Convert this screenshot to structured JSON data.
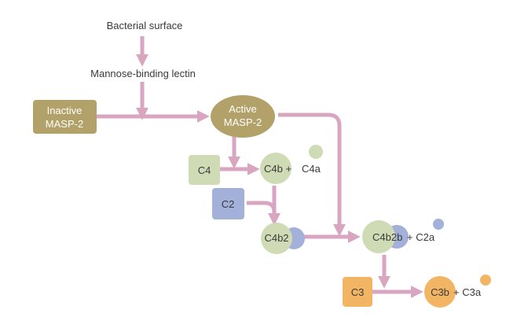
{
  "colors": {
    "arrow": "#d9a6c1",
    "masp": "#b3a16a",
    "green": "#cedbb5",
    "blue": "#a3b0d9",
    "orange": "#f2b564",
    "text": "#3a3a3a"
  },
  "labels": {
    "bacterial_surface": "Bacterial surface",
    "mannose_binding_lectin": "Mannose-binding lectin",
    "inactive_masp2_line1": "Inactive",
    "inactive_masp2_line2": "MASP-2",
    "active_masp2_line1": "Active",
    "active_masp2_line2": "MASP-2",
    "c4": "C4",
    "c4b_plus": "C4b +",
    "c4a": "C4a",
    "c2": "C2",
    "c4b2": "C4b2",
    "c4b2b": "C4b2b",
    "plus_c2a": "+ C2a",
    "c3": "C3",
    "c3b": "C3b",
    "plus_c3a": "+ C3a"
  }
}
